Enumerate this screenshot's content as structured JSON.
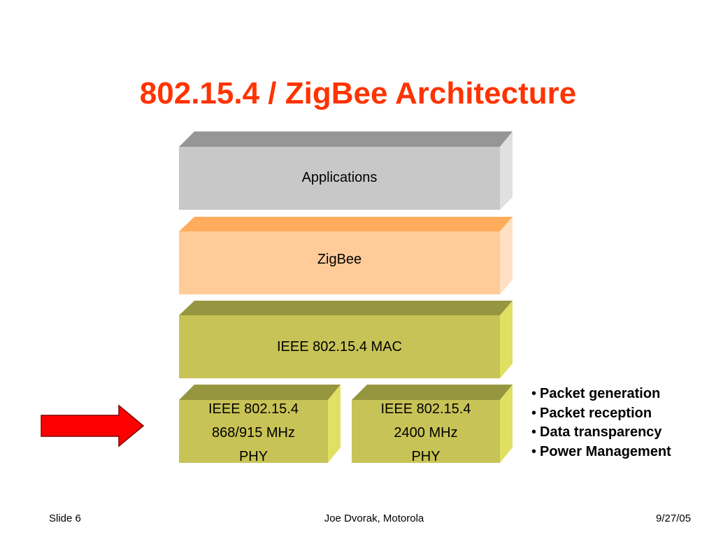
{
  "slide": {
    "title": "802.15.4 / ZigBee Architecture",
    "layers": {
      "applications": "Applications",
      "zigbee": "ZigBee",
      "mac": "IEEE 802.15.4 MAC"
    },
    "phy_left": {
      "line1": "IEEE 802.15.4",
      "line2": "868/915 MHz",
      "line3": "PHY"
    },
    "phy_right": {
      "line1": "IEEE 802.15.4",
      "line2": "2400 MHz",
      "line3": "PHY"
    },
    "bullets": [
      "Packet generation",
      "Packet reception",
      "Data transparency",
      "Power Management"
    ],
    "bullet_glyph": "•"
  },
  "footer": {
    "left": "Slide 6",
    "center": "Joe Dvorak, Motorola",
    "right": "9/27/05"
  },
  "colors": {
    "title": "#ff3300",
    "applications": "#c8c8c8",
    "zigbee": "#ffcc99",
    "mac": "#c8c356",
    "arrow": "#ff0000"
  }
}
